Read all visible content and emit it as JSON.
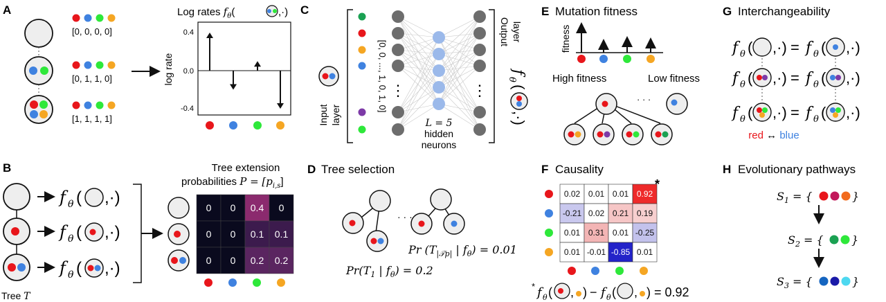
{
  "colors": {
    "red": "#e8161b",
    "blue": "#3f82e0",
    "green": "#2ee83a",
    "orange": "#f5a623",
    "purple": "#7d3aa7",
    "dark_green": "#1aa152",
    "node_gray": "#6d6d6d",
    "hidden_blue": "#9bb9ea"
  },
  "panel_labels": {
    "A": "A",
    "B": "B",
    "C": "C",
    "D": "D",
    "E": "E",
    "F": "F",
    "G": "G",
    "H": "H"
  },
  "panel_a": {
    "vectors": [
      "[0, 0, 0, 0]",
      "[0, 1, 1, 0]",
      "[1, 1, 1, 1]"
    ],
    "plot_title": "Log rates ",
    "plot_title_math": "f",
    "plot_title_sub": "θ",
    "plot_title_tail": ",·)",
    "ylabel": "log rate",
    "yticks": [
      "0.4",
      "0.0",
      "-0.4"
    ]
  },
  "chart_data": {
    "type": "bar",
    "categories": [
      "red",
      "blue",
      "green",
      "orange"
    ],
    "values": [
      0.4,
      -0.2,
      0.1,
      -0.4
    ],
    "ylabel": "log rate",
    "ylim": [
      -0.5,
      0.5
    ],
    "yticks": [
      0.4,
      0.0,
      -0.4
    ]
  },
  "panel_b": {
    "title_line1": "Tree extension",
    "title_line2": "probabilities",
    "title_math": "P = [p",
    "title_math_sub": "i,s",
    "title_math_tail": "]",
    "tree_label": "Tree ",
    "tree_label_var": "T",
    "matrix": [
      [
        "0",
        "0",
        "0.4",
        "0"
      ],
      [
        "0",
        "0",
        "0.1",
        "0.1"
      ],
      [
        "0",
        "0",
        "0.2",
        "0.2"
      ]
    ],
    "cell_colors": [
      [
        "#0a0a1e",
        "#0a0a1e",
        "#8b2a6e",
        "#0a0a1e"
      ],
      [
        "#0a0a1e",
        "#0a0a1e",
        "#3c1b4d",
        "#3c1b4d"
      ],
      [
        "#0a0a1e",
        "#0a0a1e",
        "#5a2560",
        "#5a2560"
      ]
    ]
  },
  "panel_c": {
    "input_vector": "[0, 0, ..., 1, 0, 1, 0]",
    "input_label_1": "Input",
    "input_label_2": "layer",
    "output_label_1": "Output",
    "output_label_2": "layer",
    "hidden_eq": "L = 5",
    "hidden_1": "hidden",
    "hidden_2": "neurons",
    "dots": "⋮"
  },
  "panel_d": {
    "title": "Tree selection",
    "pr1": "Pr(T",
    "pr1_sub": "1",
    "pr1_tail": " | f",
    "pr1_eq": ") = 0.2",
    "pr2": "Pr (T",
    "pr2_sub": "|𝒯p|",
    "pr2_tail": " | f",
    "pr2_eq": ") = 0.01",
    "ellipsis": "· · ·"
  },
  "panel_e": {
    "title": "Mutation fitness",
    "ylabel": "fitness",
    "high": "High fitness",
    "low": "Low fitness",
    "ellipsis": "· · ·"
  },
  "panel_f": {
    "title": "Causality",
    "matrix": [
      [
        "0.02",
        "0.01",
        "0.01",
        "0.92"
      ],
      [
        "-0.21",
        "0.02",
        "0.21",
        "0.19"
      ],
      [
        "0.01",
        "0.31",
        "0.01",
        "-0.25"
      ],
      [
        "0.01",
        "-0.01",
        "-0.85",
        "0.01"
      ]
    ],
    "cell_colors": [
      [
        "#ffffff",
        "#ffffff",
        "#ffffff",
        "#ee2a2a"
      ],
      [
        "#c9c8ee",
        "#ffffff",
        "#f6c6c6",
        "#f7cfcf"
      ],
      [
        "#ffffff",
        "#f3b5b5",
        "#ffffff",
        "#c3c2ec"
      ],
      [
        "#ffffff",
        "#ffffff",
        "#2323c9",
        "#ffffff"
      ]
    ],
    "star": "*",
    "equation_tail": ") = 0.92"
  },
  "panel_g": {
    "title": "Interchangeability",
    "red_word": "red",
    "arrow": " ↔ ",
    "blue_word": "blue"
  },
  "panel_h": {
    "title": "Evolutionary pathways",
    "s1": "S",
    "s1_sub": "1",
    "s2_sub": "2",
    "s3_sub": "3",
    "set_open": " = {",
    "set_close": "}"
  }
}
